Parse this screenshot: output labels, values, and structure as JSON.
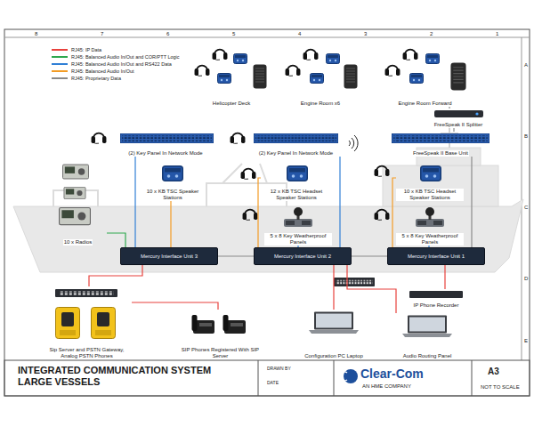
{
  "diagram": {
    "title": "INTEGRATED COMMUNICATION SYSTEM LARGE VESSELS",
    "nodes": [
      {
        "text": [
          "Helicopter Deck"
        ]
      },
      {
        "text": [
          "Engine Room x6"
        ]
      },
      {
        "text": [
          "Engine Room Forward"
        ]
      },
      {
        "text": [
          "FreeSpeak II Splitter"
        ]
      },
      {
        "text": [
          "FreeSpeak II Base Unit"
        ]
      },
      {
        "text": [
          "(2) Key Panel In Network Mode"
        ]
      },
      {
        "text": [
          "(2) Key Panel In Network Mode"
        ]
      },
      {
        "text": [
          "10 x KB TSC Speaker Stations"
        ]
      },
      {
        "text": [
          "12 x KB TSC Headset Speaker Stations"
        ]
      },
      {
        "text": [
          "10 x KB TSC Headset Speaker Stations"
        ]
      },
      {
        "text": [
          "5 x 8 Key Weatherproof Panels"
        ]
      },
      {
        "text": [
          "5 x 8 Key Weatherproof Panels"
        ]
      },
      {
        "text": [
          "10 x Radios"
        ]
      },
      {
        "text": [
          "Mercury Interface Unit 3"
        ]
      },
      {
        "text": [
          "Mercury Interface Unit 2"
        ]
      },
      {
        "text": [
          "Mercury Interface Unit 1"
        ]
      },
      {
        "text": [
          "IP Phone Recorder"
        ]
      },
      {
        "text": [
          "Sip Server and PSTN Gateway, Analog PSTN Phones"
        ]
      },
      {
        "text": [
          "SIP Phones Registered With SIP Server"
        ]
      },
      {
        "text": [
          "Configuration PC Laptop"
        ]
      },
      {
        "text": [
          "Audio Routing Panel"
        ]
      }
    ],
    "edges": [
      {
        "from": 2,
        "to": 3,
        "arrow": "none"
      },
      {
        "from": 3,
        "to": 4,
        "arrow": "none"
      },
      {
        "from": 4,
        "to": 15,
        "arrow": "none"
      },
      {
        "from": 5,
        "to": 13,
        "arrow": "none"
      },
      {
        "from": 6,
        "to": 14,
        "arrow": "none"
      },
      {
        "from": 7,
        "to": 13,
        "arrow": "none"
      },
      {
        "from": 8,
        "to": 14,
        "arrow": "none"
      },
      {
        "from": 10,
        "to": 14,
        "arrow": "none"
      },
      {
        "from": 9,
        "to": 15,
        "arrow": "none"
      },
      {
        "from": 11,
        "to": 15,
        "arrow": "none"
      },
      {
        "from": 12,
        "to": 13,
        "arrow": "none"
      },
      {
        "from": 13,
        "to": 14,
        "arrow": "none"
      },
      {
        "from": 14,
        "to": 15,
        "arrow": "none"
      },
      {
        "from": 14,
        "to": 19,
        "arrow": "none"
      },
      {
        "from": 14,
        "to": 20,
        "arrow": "none"
      },
      {
        "from": 15,
        "to": 16,
        "arrow": "none"
      },
      {
        "from": 13,
        "to": 17,
        "arrow": "none"
      },
      {
        "from": 17,
        "to": 18,
        "arrow": "none"
      }
    ],
    "labels": [
      "Clear-Com",
      "AN HME COMPANY",
      "NOT TO SCALE",
      "A3",
      "DRAWN BY",
      "DATE",
      "1",
      "2",
      "3",
      "4",
      "5",
      "6",
      "7",
      "8",
      "A",
      "B",
      "C",
      "D",
      "E"
    ],
    "legend": [
      {
        "text": "RJ45: IP Data",
        "color": "#e8413c"
      },
      {
        "text": "RJ45: Balanced Audio In/Out and COR/PTT Logic",
        "color": "#2fa84f"
      },
      {
        "text": "RJ45: Balanced Audio In/Out and RS422 Data",
        "color": "#2f7fd6"
      },
      {
        "text": "RJ45: Balanced Audio In/Out",
        "color": "#f39c25"
      },
      {
        "text": "RJ45: Proprietary Data",
        "color": "#8a8a8a"
      }
    ]
  }
}
